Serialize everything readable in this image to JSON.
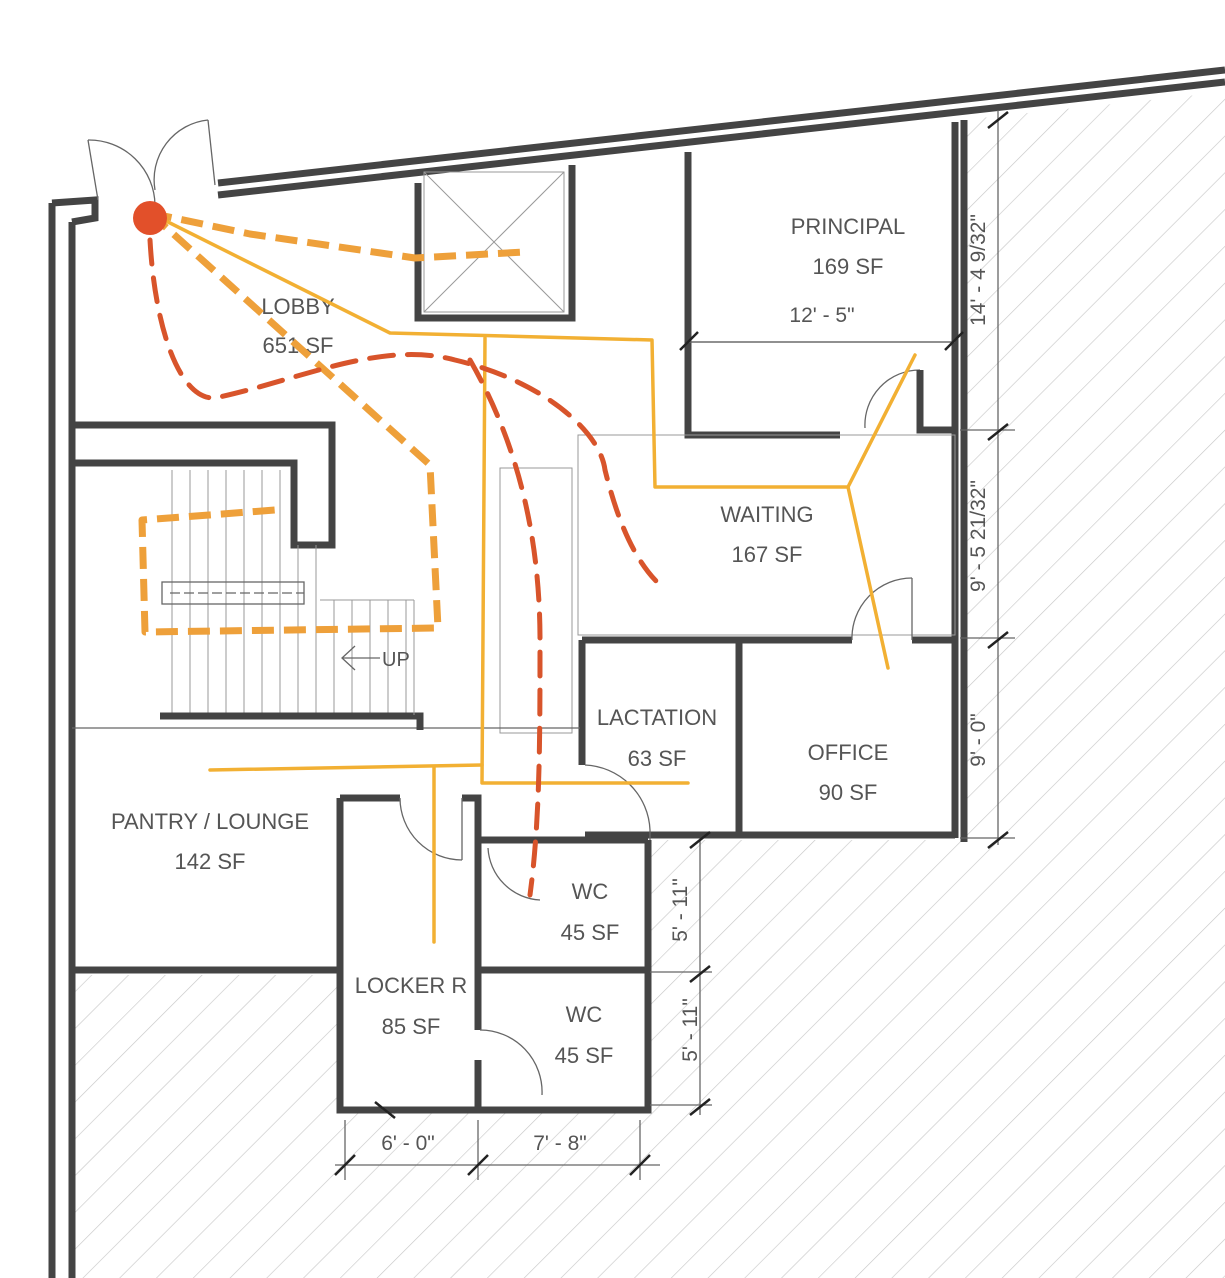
{
  "colors": {
    "wall": "#444444",
    "hatch": "#c8c8c8",
    "route_solid": "#f2b033",
    "route_dashed_orange": "#eea03a",
    "route_dashed_red": "#d8542b",
    "origin_marker": "#e2502a",
    "label": "#555555"
  },
  "rooms": [
    {
      "id": "lobby",
      "name": "LOBBY",
      "area": "651 SF"
    },
    {
      "id": "principal",
      "name": "PRINCIPAL",
      "area": "169 SF"
    },
    {
      "id": "waiting",
      "name": "WAITING",
      "area": "167 SF"
    },
    {
      "id": "lactation",
      "name": "LACTATION",
      "area": "63 SF"
    },
    {
      "id": "office",
      "name": "OFFICE",
      "area": "90 SF"
    },
    {
      "id": "pantry",
      "name": "PANTRY / LOUNGE",
      "area": "142 SF"
    },
    {
      "id": "wc1",
      "name": "WC",
      "area": "45 SF"
    },
    {
      "id": "wc2",
      "name": "WC",
      "area": "45 SF"
    },
    {
      "id": "locker",
      "name": "LOCKER R",
      "area": "85 SF"
    }
  ],
  "dimensions": {
    "principal_width": "12' - 5\"",
    "right_top": "14' - 4 9/32\"",
    "right_middle": "9' - 5 21/32\"",
    "right_bottom": "9' - 0\"",
    "wc_upper": "5' - 11\"",
    "wc_lower": "5' - 11\"",
    "bottom_left": "6' - 0\"",
    "bottom_right": "7' - 8\""
  },
  "stair": {
    "direction_label": "UP"
  },
  "icons": {
    "origin": "circle-marker",
    "stair_arrow": "arrow-left-icon"
  }
}
